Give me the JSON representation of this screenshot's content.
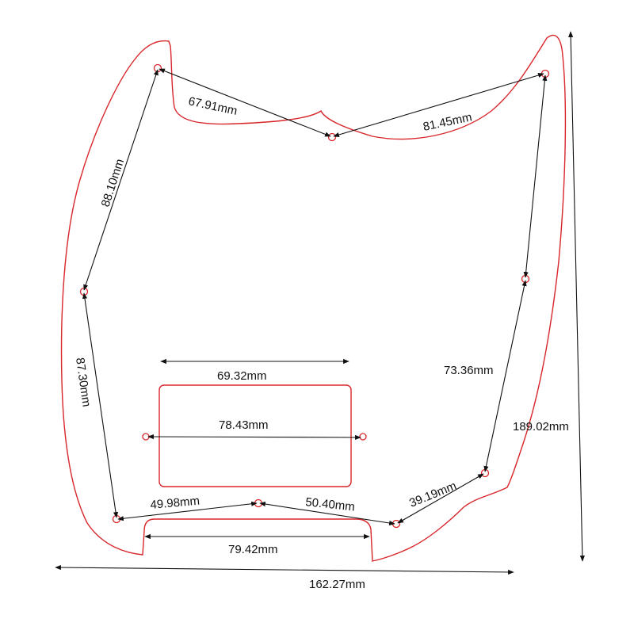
{
  "colors": {
    "outline": "#d8262b",
    "dimension": "#111111"
  },
  "dimensions": {
    "top_left": "67.91mm",
    "top_right": "81.45mm",
    "left_upper": "88.10mm",
    "left_lower": "87.30mm",
    "right_upper": "73.36mm",
    "right_lower": "39.19mm",
    "bottom_left": "49.98mm",
    "bottom_mid": "50.40mm",
    "pickup_width": "69.32mm",
    "pickup_holes": "78.43mm",
    "bottom_notch": "79.42mm",
    "overall_height": "189.02mm",
    "overall_width": "162.27mm"
  }
}
